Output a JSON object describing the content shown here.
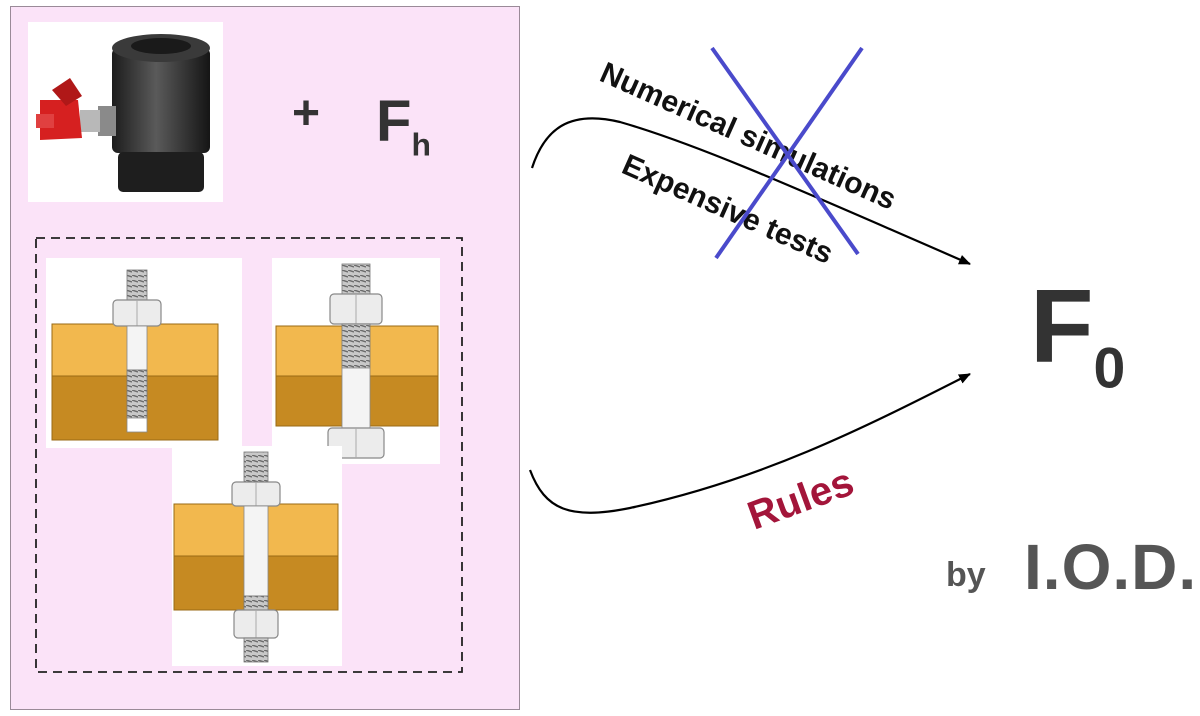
{
  "labels": {
    "plus": "+",
    "f_h_base": "F",
    "f_h_sub": "h",
    "numerical_simulations": "Numerical simulations",
    "expensive_tests": "Expensive tests",
    "rules": "Rules",
    "f_0_base": "F",
    "f_0_sub": "0",
    "by": "by",
    "iod": "I.O.D."
  },
  "colors": {
    "panel_bg": "#fbe3f8",
    "cross": "#4a4acb",
    "rules_text": "#a3153a",
    "plate_light": "#f2b84e",
    "plate_dark": "#c68a22",
    "tensioner_red": "#d62020"
  },
  "icons": {
    "tensioner": "hydraulic-bolt-tensioner-icon",
    "bolt": "bolted-joint-icon"
  }
}
